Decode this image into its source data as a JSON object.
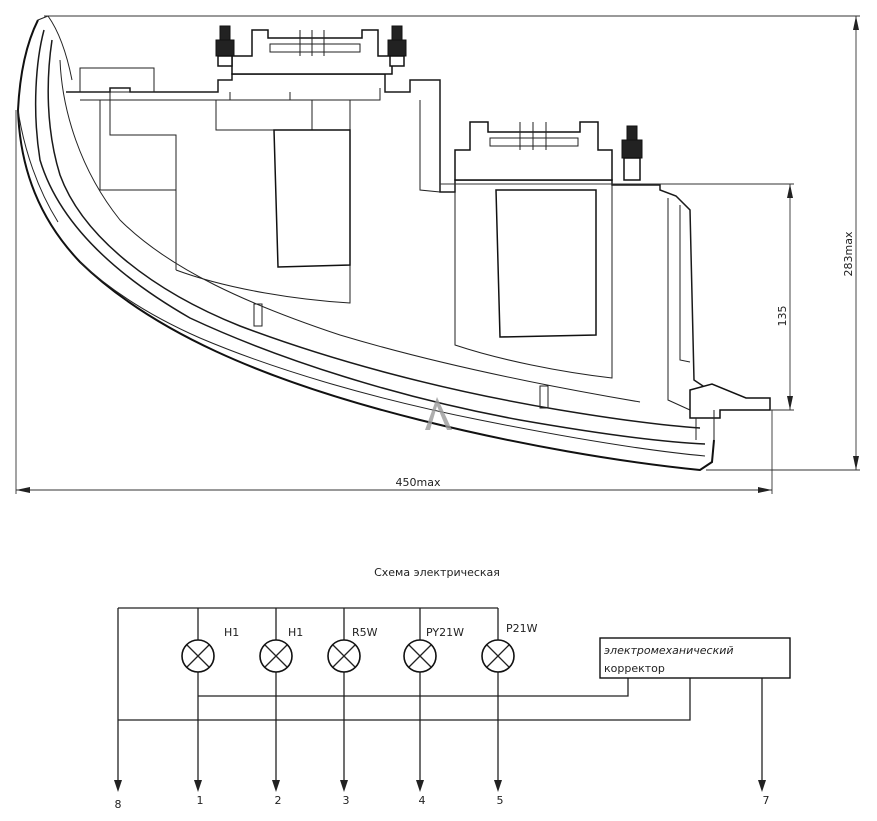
{
  "drawing": {
    "dimensions": {
      "width_label": "450max",
      "height_label": "283max",
      "inner_height_label": "135"
    }
  },
  "schematic": {
    "title": "Схема электрическая",
    "lamps": [
      {
        "label": "H1"
      },
      {
        "label": "H1"
      },
      {
        "label": "R5W"
      },
      {
        "label": "PY21W"
      },
      {
        "label": "P21W"
      }
    ],
    "corrector": {
      "line1": "электромеханический",
      "line2": "корректор"
    },
    "terminals": [
      "8",
      "1",
      "2",
      "3",
      "4",
      "5",
      "7"
    ]
  }
}
